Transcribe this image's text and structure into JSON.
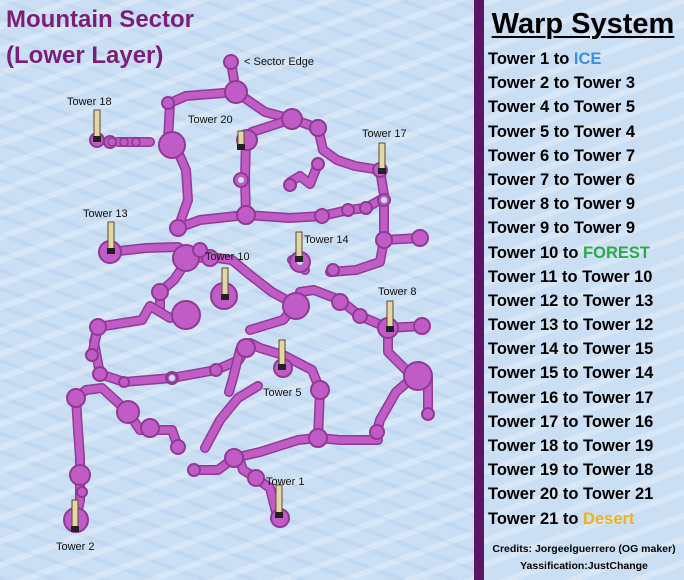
{
  "map": {
    "title_line1": "Mountain Sector",
    "title_line2": "(Lower Layer)",
    "sector_edge_label": "< Sector Edge",
    "path_color": "#c15cc7",
    "path_outline": "#8f3a96",
    "tower_labels": {
      "t1": "Tower 1",
      "t2": "Tower 2",
      "t5": "Tower 5",
      "t8": "Tower 8",
      "t10": "Tower 10",
      "t13": "Tower 13",
      "t14": "Tower 14",
      "t17": "Tower 17",
      "t18": "Tower 18",
      "t20": "Tower 20"
    }
  },
  "panel": {
    "title": "Warp System",
    "warps": [
      {
        "from": "Tower 1 to ",
        "to": "ICE",
        "color": "#3b8de8"
      },
      {
        "from": "Tower 2 to ",
        "to": "Tower 3",
        "color": "#000000"
      },
      {
        "from": "Tower 4 to ",
        "to": "Tower 5",
        "color": "#000000"
      },
      {
        "from": "Tower 5 to ",
        "to": "Tower 4",
        "color": "#000000"
      },
      {
        "from": "Tower 6 to ",
        "to": "Tower 7",
        "color": "#000000"
      },
      {
        "from": "Tower 7 to ",
        "to": "Tower 6",
        "color": "#000000"
      },
      {
        "from": "Tower 8 to ",
        "to": "Tower 9",
        "color": "#000000"
      },
      {
        "from": "Tower 9 to ",
        "to": "Tower 9",
        "color": "#000000"
      },
      {
        "from": "Tower 10 to ",
        "to": "FOREST",
        "color": "#2fa84a"
      },
      {
        "from": "Tower 11 to ",
        "to": "Tower 10",
        "color": "#000000"
      },
      {
        "from": "Tower 12 to ",
        "to": "Tower 13",
        "color": "#000000"
      },
      {
        "from": "Tower 13 to ",
        "to": "Tower 12",
        "color": "#000000"
      },
      {
        "from": "Tower 14 to ",
        "to": "Tower 15",
        "color": "#000000"
      },
      {
        "from": "Tower 15 to ",
        "to": "Tower 14",
        "color": "#000000"
      },
      {
        "from": "Tower 16 to ",
        "to": "Tower 17",
        "color": "#000000"
      },
      {
        "from": "Tower 17 to ",
        "to": "Tower 16",
        "color": "#000000"
      },
      {
        "from": "Tower 18 to ",
        "to": "Tower 19",
        "color": "#000000"
      },
      {
        "from": "Tower 19 to ",
        "to": "Tower 18",
        "color": "#000000"
      },
      {
        "from": "Tower 20 to ",
        "to": "Tower 21",
        "color": "#000000"
      },
      {
        "from": "Tower 21 to ",
        "to": "Desert",
        "color": "#f0b21a"
      }
    ],
    "credits_line1": "Credits: Jorgeelguerrero (OG maker)",
    "credits_line2": "Yassification:JustChange"
  }
}
